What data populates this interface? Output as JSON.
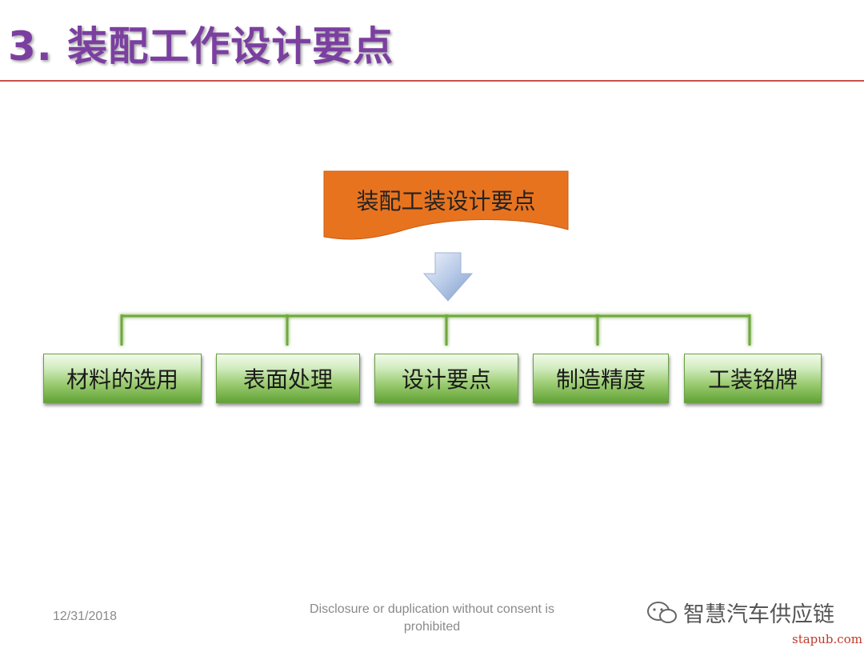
{
  "header": {
    "title": "3. 装配工作设计要点"
  },
  "diagram": {
    "root": "装配工装设计要点",
    "children": [
      "材料的选用",
      "表面处理",
      "设计要点",
      "制造精度",
      "工装铭牌"
    ]
  },
  "footer": {
    "date": "12/31/2018",
    "notice": "Disclosure or duplication without consent is prohibited"
  },
  "watermark": {
    "name": "智慧汽车供应链",
    "url": "stapub.com"
  },
  "colors": {
    "title": "#7b3fa0",
    "root_fill": "#e8731f",
    "node_fill": "#9acb70",
    "connector": "#6fa83c",
    "rule": "#c9504c"
  }
}
